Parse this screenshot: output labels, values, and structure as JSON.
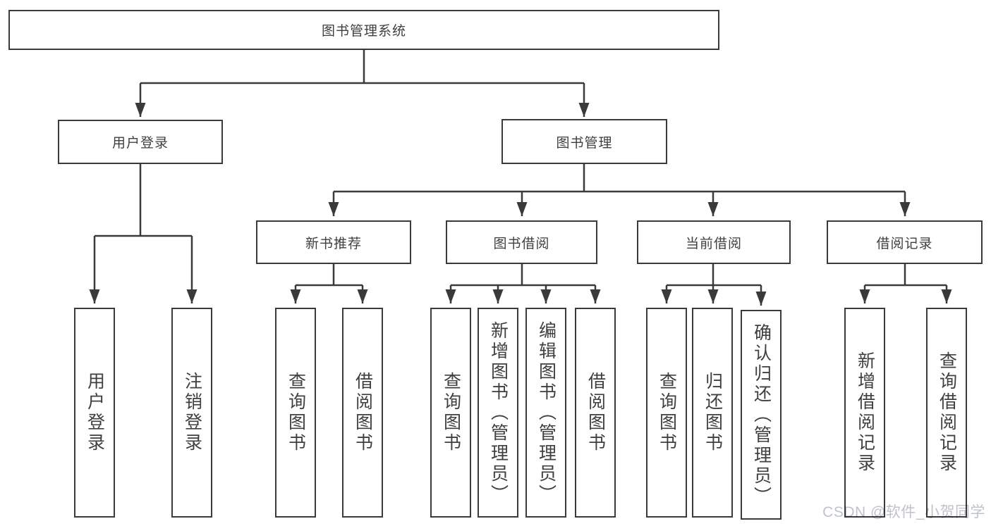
{
  "diagram_title": "图书管理系统",
  "tree": {
    "root": {
      "label": "图书管理系统",
      "children": [
        {
          "label": "用户登录",
          "children": [
            {
              "label": "用户登录"
            },
            {
              "label": "注销登录"
            }
          ]
        },
        {
          "label": "图书管理",
          "children": [
            {
              "label": "新书推荐",
              "children": [
                {
                  "label": "查询图书"
                },
                {
                  "label": "借阅图书"
                }
              ]
            },
            {
              "label": "图书借阅",
              "children": [
                {
                  "label": "查询图书"
                },
                {
                  "label": "新增图书（管理员）"
                },
                {
                  "label": "编辑图书（管理员）"
                },
                {
                  "label": "借阅图书"
                }
              ]
            },
            {
              "label": "当前借阅",
              "children": [
                {
                  "label": "查询图书"
                },
                {
                  "label": "归还图书"
                },
                {
                  "label": "确认归还（管理员）"
                }
              ]
            },
            {
              "label": "借阅记录",
              "children": [
                {
                  "label": "新增借阅记录"
                },
                {
                  "label": "查询借阅记录"
                }
              ]
            }
          ]
        }
      ]
    }
  },
  "watermark": {
    "text": "CSDN @软件_小贺同学"
  },
  "colors": {
    "line": "#3a3a3a",
    "box_border": "#3a3a3a",
    "text": "#3f3f3f",
    "background": "#ffffff",
    "watermark": "#bfc3c9"
  }
}
